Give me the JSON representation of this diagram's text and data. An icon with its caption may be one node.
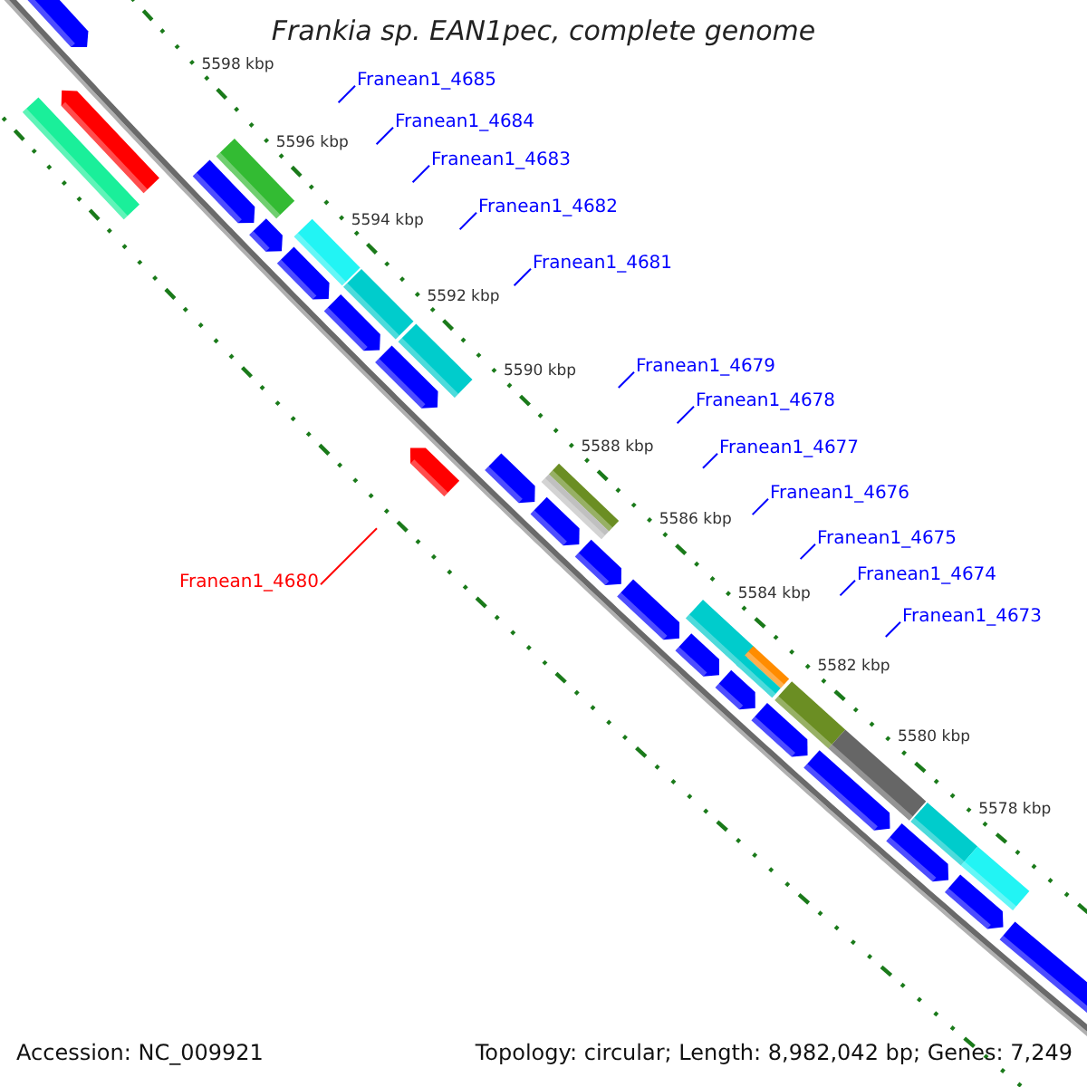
{
  "diagram": {
    "title": "Frankia sp. EAN1pec, complete genome",
    "nodes": [
      {
        "text": [
          "Franean1_4685"
        ]
      },
      {
        "text": [
          "Franean1_4684"
        ]
      },
      {
        "text": [
          "Franean1_4683"
        ]
      },
      {
        "text": [
          "Franean1_4682"
        ]
      },
      {
        "text": [
          "Franean1_4681"
        ]
      },
      {
        "text": [
          "Franean1_4679"
        ]
      },
      {
        "text": [
          "Franean1_4678"
        ]
      },
      {
        "text": [
          "Franean1_4677"
        ]
      },
      {
        "text": [
          "Franean1_4676"
        ]
      },
      {
        "text": [
          "Franean1_4675"
        ]
      },
      {
        "text": [
          "Franean1_4674"
        ]
      },
      {
        "text": [
          "Franean1_4673"
        ]
      },
      {
        "text": [
          "Franean1_4680"
        ]
      }
    ],
    "edges": [
      {
        "from": 0,
        "to": null,
        "arrow": "none"
      },
      {
        "from": 1,
        "to": null,
        "arrow": "none"
      },
      {
        "from": 2,
        "to": null,
        "arrow": "none"
      },
      {
        "from": 3,
        "to": null,
        "arrow": "none"
      },
      {
        "from": 4,
        "to": null,
        "arrow": "none"
      },
      {
        "from": 5,
        "to": null,
        "arrow": "none"
      },
      {
        "from": 6,
        "to": null,
        "arrow": "none"
      },
      {
        "from": 7,
        "to": null,
        "arrow": "none"
      },
      {
        "from": 8,
        "to": null,
        "arrow": "none"
      },
      {
        "from": 9,
        "to": null,
        "arrow": "none"
      },
      {
        "from": 10,
        "to": null,
        "arrow": "none"
      },
      {
        "from": 11,
        "to": null,
        "arrow": "none"
      },
      {
        "from": 12,
        "to": null,
        "arrow": "none",
        "color": "#ff0000"
      }
    ],
    "labels": [
      "5598 kbp",
      "5596 kbp",
      "5594 kbp",
      "5592 kbp",
      "5590 kbp",
      "5588 kbp",
      "5586 kbp",
      "5584 kbp",
      "5582 kbp",
      "5580 kbp",
      "5578 kbp",
      "Accession: NC_009921",
      "Topology: circular; Length: 8,982,042 bp; Genes: 7,249"
    ]
  }
}
